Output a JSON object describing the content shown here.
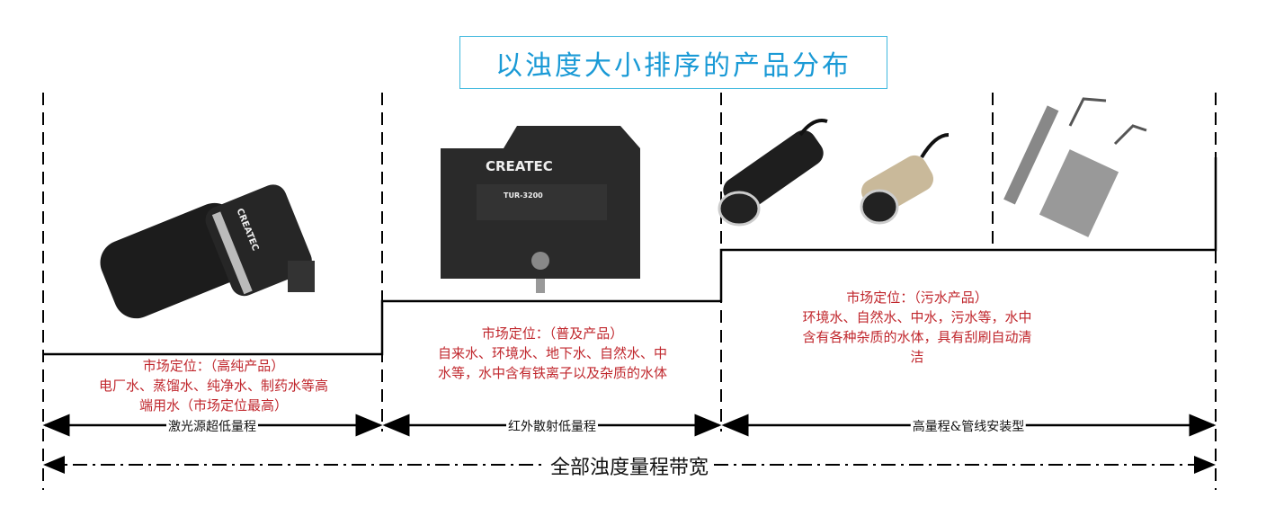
{
  "title": "以浊度大小排序的产品分布",
  "segments": [
    {
      "range_label": "激光源超低量程",
      "positioning": "市场定位：（高纯产品）",
      "description_lines": [
        "电厂水、蒸馏水、纯净水、制药水等高",
        "端用水（市场定位最高）"
      ]
    },
    {
      "range_label": "红外散射低量程",
      "positioning": "市场定位：（普及产品）",
      "description_lines": [
        "自来水、环境水、地下水、自然水、中",
        "水等，水中含有铁离子以及杂质的水体"
      ]
    },
    {
      "range_label": "高量程&管线安装型",
      "positioning": "市场定位：（污水产品）",
      "description_lines": [
        "环境水、自然水、中水，污水等，水中",
        "含有各种杂质的水体，具有刮刷自动清",
        "洁"
      ]
    }
  ],
  "full_range_label": "全部浊度量程带宽",
  "product_logos": {
    "brand": "CREATEC",
    "model": "TUR-3200"
  },
  "colors": {
    "title": "#1a9ad6",
    "title_border": "#3fb8de",
    "description": "#c0272d"
  }
}
